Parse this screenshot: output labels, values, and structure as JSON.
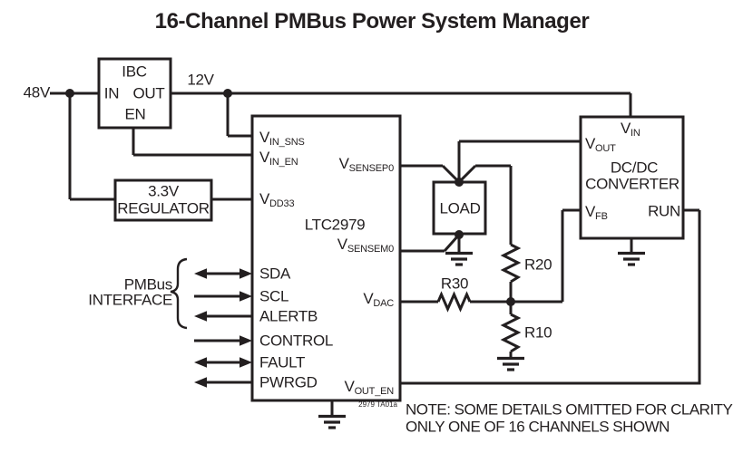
{
  "title": "16-Channel PMBus Power System Manager",
  "colors": {
    "chip_fill": "#eebfb4",
    "line": "#231f20"
  },
  "rails": {
    "input": "48V",
    "intermediate": "12V"
  },
  "ibc": {
    "name": "IBC",
    "pin_in": "IN",
    "pin_out": "OUT",
    "pin_en": "EN"
  },
  "regulator": {
    "line1": "3.3V",
    "line2": "REGULATOR"
  },
  "chip": {
    "name": "LTC2979",
    "pins": {
      "vin_sns": {
        "main": "V",
        "sub": "IN_SNS"
      },
      "vin_en": {
        "main": "V",
        "sub": "IN_EN"
      },
      "vdd33": {
        "main": "V",
        "sub": "DD33"
      },
      "sda": {
        "main": "SDA"
      },
      "scl": {
        "main": "SCL"
      },
      "alertb": {
        "main": "ALERTB"
      },
      "control": {
        "main": "CONTROL"
      },
      "fault": {
        "main": "FAULT"
      },
      "pwrgd": {
        "main": "PWRGD"
      },
      "vsensep0": {
        "main": "V",
        "sub": "SENSEP0"
      },
      "vsensem0": {
        "main": "V",
        "sub": "SENSEM0"
      },
      "vdac": {
        "main": "V",
        "sub": "DAC"
      },
      "vout_en": {
        "main": "V",
        "sub": "OUT_EN"
      }
    }
  },
  "load": {
    "label": "LOAD"
  },
  "dcdc": {
    "line1": "DC/DC",
    "line2": "CONVERTER",
    "pins": {
      "vin": {
        "main": "V",
        "sub": "IN"
      },
      "vout": {
        "main": "V",
        "sub": "OUT"
      },
      "vfb": {
        "main": "V",
        "sub": "FB"
      },
      "run": {
        "main": "RUN"
      }
    }
  },
  "resistors": {
    "r20": "R20",
    "r30": "R30",
    "r10": "R10"
  },
  "pmbus": {
    "line1": "PMBus",
    "line2": "INTERFACE"
  },
  "note": {
    "line1": "NOTE: SOME DETAILS OMITTED FOR CLARITY",
    "line2": "ONLY ONE OF 16 CHANNELS SHOWN"
  },
  "credit": "2979 TA01a"
}
